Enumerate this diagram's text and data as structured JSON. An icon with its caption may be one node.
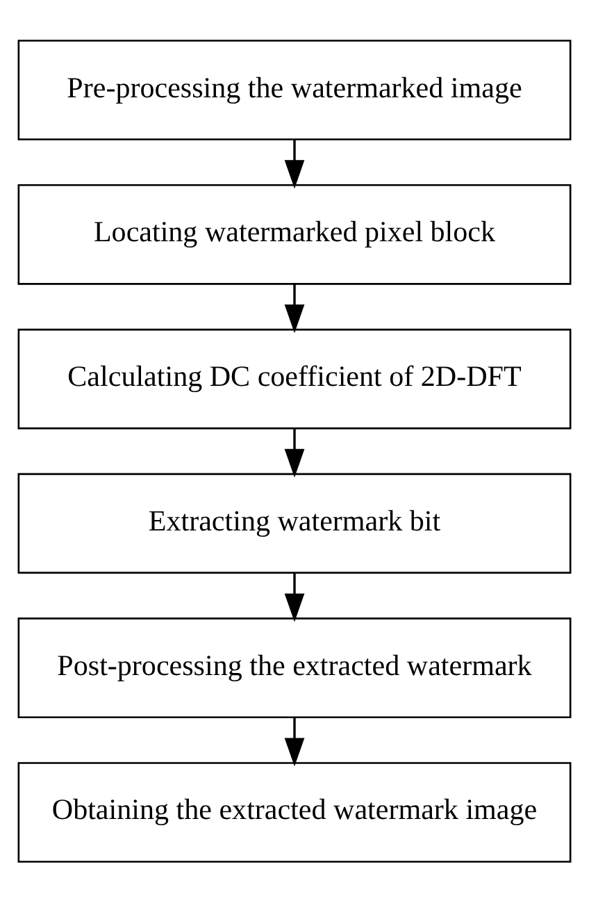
{
  "diagram": {
    "nodes": [
      {
        "text": [
          "Pre-processing the watermarked image"
        ]
      },
      {
        "text": [
          "Locating watermarked pixel block"
        ]
      },
      {
        "text": [
          "Calculating DC coefficient of 2D-DFT"
        ]
      },
      {
        "text": [
          "Extracting watermark bit"
        ]
      },
      {
        "text": [
          "Post-processing the extracted watermark"
        ]
      },
      {
        "text": [
          "Obtaining the extracted watermark image"
        ]
      }
    ],
    "edges": [
      {
        "from": 0,
        "to": 1,
        "arrow": "to"
      },
      {
        "from": 1,
        "to": 2,
        "arrow": "to"
      },
      {
        "from": 2,
        "to": 3,
        "arrow": "to"
      },
      {
        "from": 3,
        "to": 4,
        "arrow": "to"
      },
      {
        "from": 4,
        "to": 5,
        "arrow": "to"
      }
    ]
  }
}
